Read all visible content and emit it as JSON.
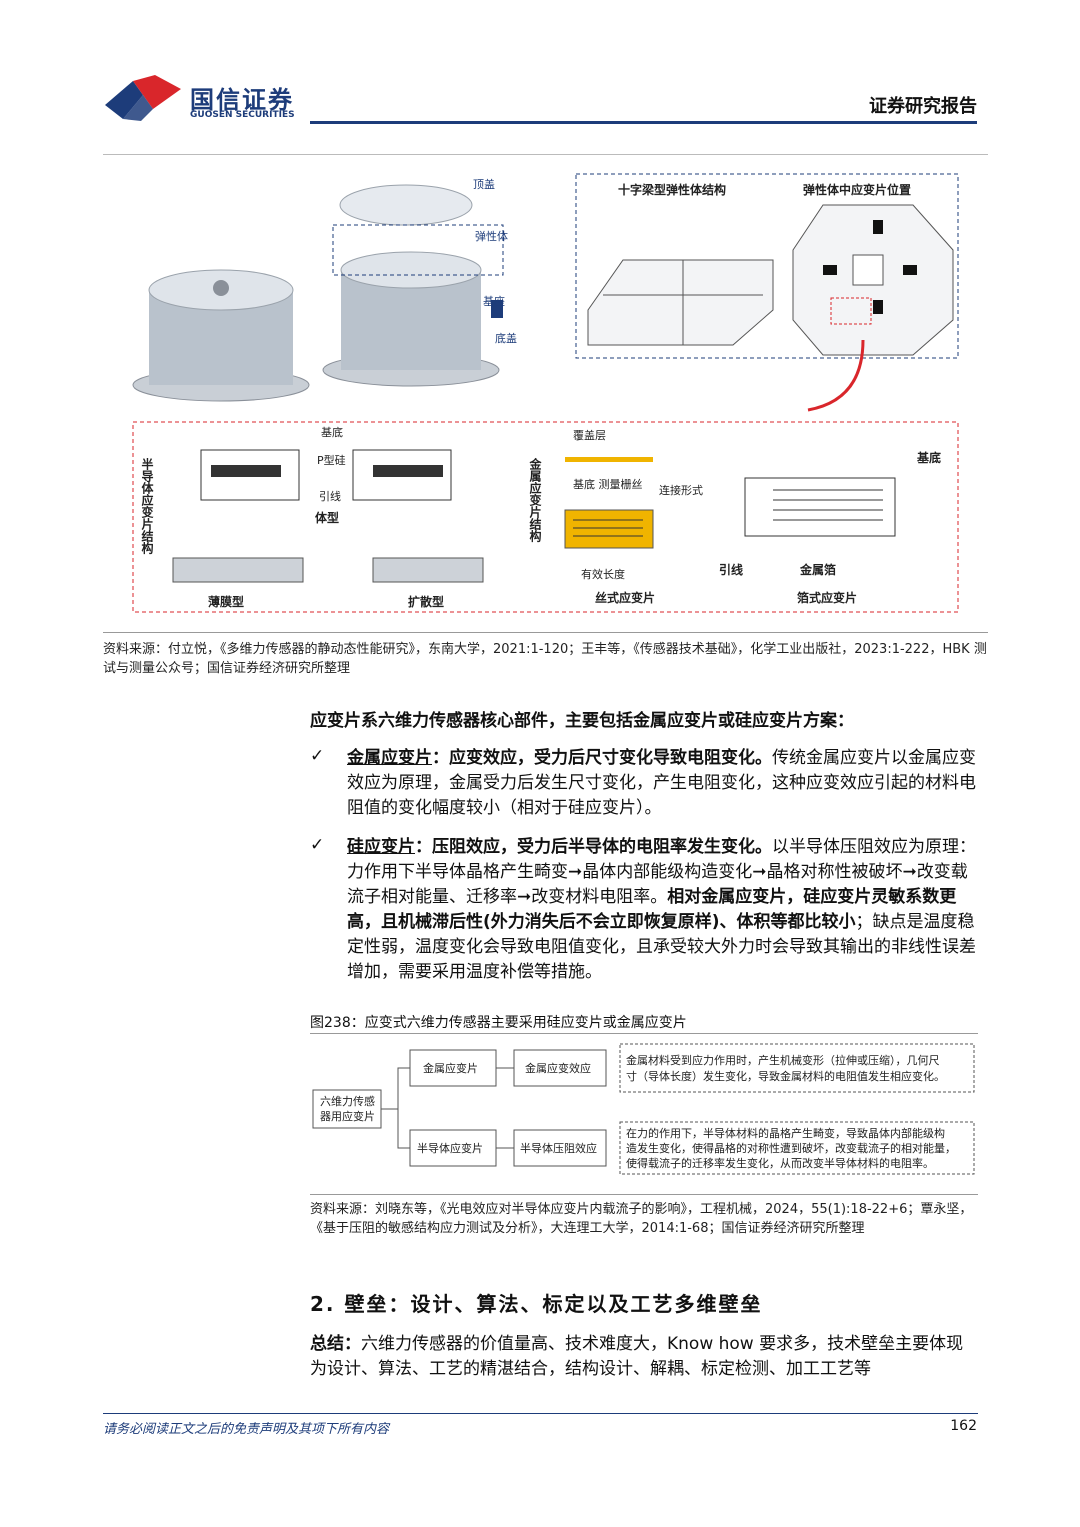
{
  "header": {
    "brand_cn": "国信证券",
    "brand_en": "GUOSEN SECURITIES",
    "report_type": "证券研究报告"
  },
  "figure1": {
    "labels": {
      "top_plate": "顶盖",
      "elastic": "弹性体",
      "base_plate": "基座",
      "bottom": "底盖",
      "cross_beam_title": "十字梁型弹性体结构",
      "gauge_pos_title": "弹性体中应变片位置",
      "semi_title": "半导体应变片结构",
      "body_type": "体型",
      "film_type": "薄膜型",
      "diffuse_type": "扩散型",
      "substrate": "基底",
      "p_si": "P型硅",
      "lead": "引线",
      "metal_title": "金属应变片结构",
      "cover": "覆盖层",
      "base_grid": "基底  测量栅丝",
      "connect": "连接形式",
      "effective_len": "有效长度",
      "wire_gauge": "丝式应变片",
      "base2": "基底",
      "lead2": "引线",
      "foil": "金属箔",
      "foil_gauge": "箔式应变片"
    }
  },
  "source1": "资料来源：付立悦，《多维力传感器的静动态性能研究》，东南大学，2021:1-120；王丰等，《传感器技术基础》，化学工业出版社，2023:1-222，HBK 测试与测量公众号；国信证券经济研究所整理",
  "intro": "应变片系六维力传感器核心部件，主要包括金属应变片或硅应变片方案：",
  "bullets": [
    {
      "mark": "✓",
      "term": "金属应变片",
      "lead_bold": "：应变效应，受力后尺寸变化导致电阻变化。",
      "rest": "传统金属应变片以金属应变效应为原理，金属受力后发生尺寸变化，产生电阻变化，这种应变效应引起的材料电阻值的变化幅度较小（相对于硅应变片）。"
    },
    {
      "mark": "✓",
      "term": "硅应变片",
      "lead_bold": "：压阻效应，受力后半导体的电阻率发生变化。",
      "mid": "以半导体压阻效应为原理：力作用下半导体晶格产生畸变➞晶体内部能级构造变化➞晶格对称性被破坏➞改变载流子相对能量、迁移率➞改变材料电阻率。",
      "bold2": "相对金属应变片，硅应变片灵敏系数更高，且机械滞后性(外力消失后不会立即恢复原样)、体积等都比较小",
      "rest": "；缺点是温度稳定性弱，温度变化会导致电阻值变化，且承受较大外力时会导致其输出的非线性误差增加，需要采用温度补偿等措施。"
    }
  ],
  "figure2": {
    "title": "图238：应变式六维力传感器主要采用硅应变片或金属应变片",
    "root": "六维力传感器用应变片",
    "metal_gauge": "金属应变片",
    "metal_effect": "金属应变效应",
    "metal_desc": "金属材料受到应力作用时，产生机械变形（拉伸或压缩），几何尺寸（导体长度）发生变化，导致金属材料的电阻值发生相应变化。",
    "semi_gauge": "半导体应变片",
    "semi_effect": "半导体压阻效应",
    "semi_desc": "在力的作用下，半导体材料的晶格产生畸变，导致晶体内部能级构造发生变化，使得晶格的对称性遭到破坏，改变载流子的相对能量，使得载流子的迁移率发生变化，从而改变半导体材料的电阻率。"
  },
  "source2": "资料来源：刘晓东等，《光电效应对半导体应变片内载流子的影响》，工程机械，2024，55(1):18-22+6；覃永坚，《基于压阻的敏感结构应力测试及分析》，大连理工大学，2014:1-68；国信证券经济研究所整理",
  "section": {
    "title": "2. 壁垒：设计、算法、标定以及工艺多维壁垒",
    "summary_label": "总结：",
    "summary_text": "六维力传感器的价值量高、技术难度大，Know how 要求多，技术壁垒主要体现为设计、算法、工艺的精湛结合，结构设计、解耦、标定检测、加工工艺等"
  },
  "footer": {
    "disclaimer": "请务必阅读正文之后的免责声明及其项下所有内容",
    "page": "162"
  },
  "colors": {
    "brand_blue": "#1d3c7a",
    "brand_red": "#d9262b",
    "dash_red": "#d9262b",
    "gauge_yellow": "#f0b400"
  }
}
